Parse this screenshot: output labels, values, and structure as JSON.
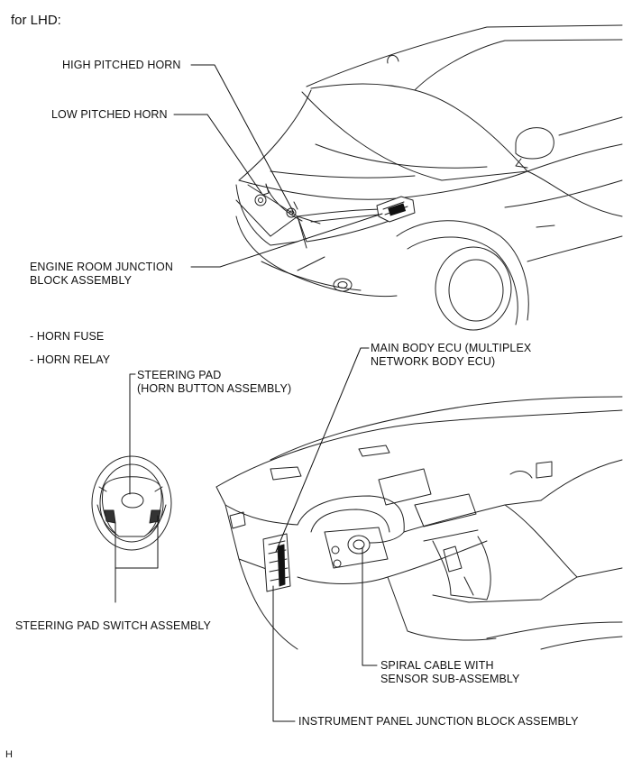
{
  "header": {
    "text": "for LHD:"
  },
  "labels": {
    "high_pitched_horn": "HIGH PITCHED HORN",
    "low_pitched_horn": "LOW PITCHED HORN",
    "engine_room_jb_line1": "ENGINE ROOM JUNCTION",
    "engine_room_jb_line2": "BLOCK ASSEMBLY",
    "horn_fuse": "- HORN FUSE",
    "horn_relay": "- HORN RELAY",
    "steering_pad_line1": "STEERING PAD",
    "steering_pad_line2": "(HORN BUTTON ASSEMBLY)",
    "main_body_ecu_line1": "MAIN BODY ECU (MULTIPLEX",
    "main_body_ecu_line2": "NETWORK BODY ECU)",
    "steering_pad_switch": "STEERING PAD SWITCH ASSEMBLY",
    "spiral_cable_line1": "SPIRAL CABLE WITH",
    "spiral_cable_line2": "SENSOR SUB-ASSEMBLY",
    "instrument_panel_jb": "INSTRUMENT PANEL JUNCTION BLOCK ASSEMBLY"
  },
  "footer": {
    "code": "H"
  }
}
